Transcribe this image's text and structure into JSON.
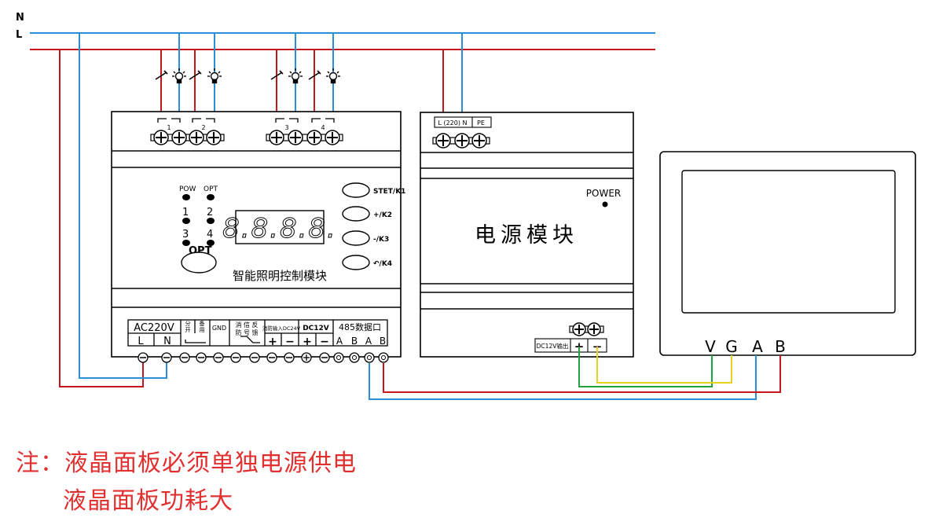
{
  "mains": {
    "n_label": "N",
    "l_label": "L"
  },
  "colors": {
    "live": "#c4161c",
    "neutral": "#2b8fd6",
    "green": "#1fa33a",
    "yellow": "#e6d21a",
    "note": "#e0302f"
  },
  "controller": {
    "relay_numbers": [
      "1",
      "2",
      "3",
      "4"
    ],
    "led_pow": "POW",
    "led_opt": "OPT",
    "led_1": "1",
    "led_2": "2",
    "led_3": "3",
    "led_4": "4",
    "opt_button": "OPT",
    "display_digits": "8.8.8.8.",
    "buttons": [
      "STET/K1",
      "+/K2",
      "-/K3",
      "↶/K4"
    ],
    "name": "智能照明控制模块",
    "ac_label": "AC220V",
    "l_label": "L",
    "n_label": "N",
    "f1a": "分",
    "f1b": "开",
    "f2a": "备",
    "f2b": "用",
    "gnd": "GND",
    "fire_1": "消 信 反",
    "fire_2": "防 号 馈",
    "fire_input": "消防输入DC24V",
    "dc12v": "DC12V",
    "port_485": "485数据口",
    "abab": [
      "A",
      "B",
      "A",
      "B"
    ]
  },
  "psu": {
    "input_label": "L (220) N",
    "pe_label": "PE",
    "power_label": "POWER",
    "title": "电源模块",
    "output_label": "DC12V输出",
    "plus": "+",
    "minus": "−"
  },
  "panel": {
    "terminals": [
      "V",
      "G",
      "A",
      "B"
    ]
  },
  "note": {
    "line1": "注：液晶面板必须单独电源供电",
    "line2": "液晶面板功耗大"
  }
}
